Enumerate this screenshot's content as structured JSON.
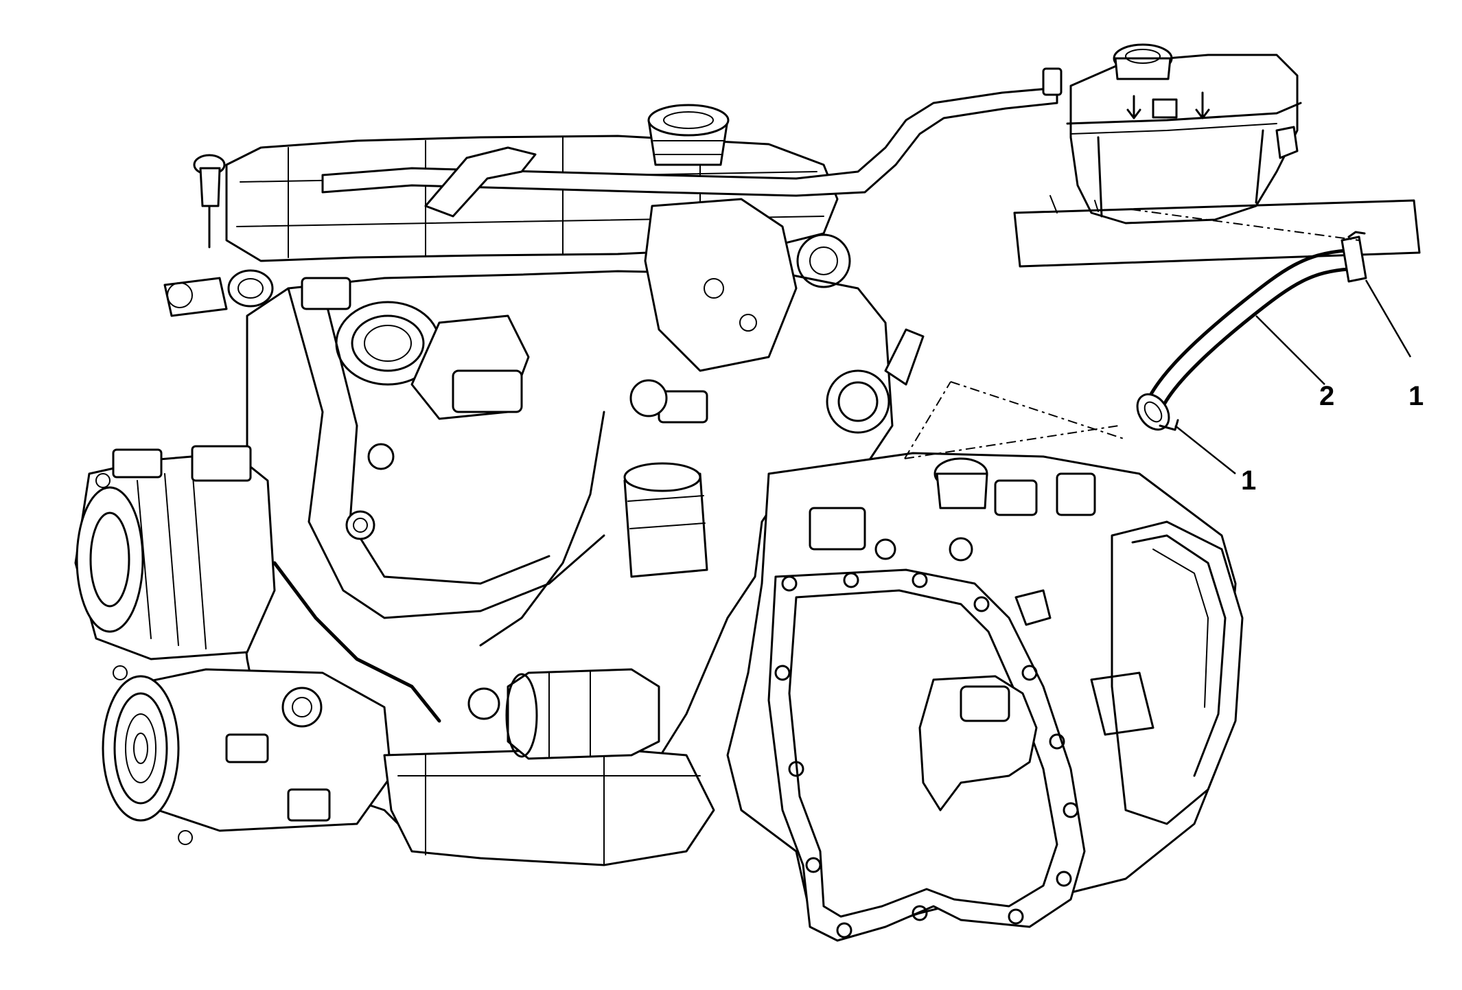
{
  "callouts": {
    "clamp_upper": "1",
    "hose": "2",
    "clamp_lower": "1"
  }
}
